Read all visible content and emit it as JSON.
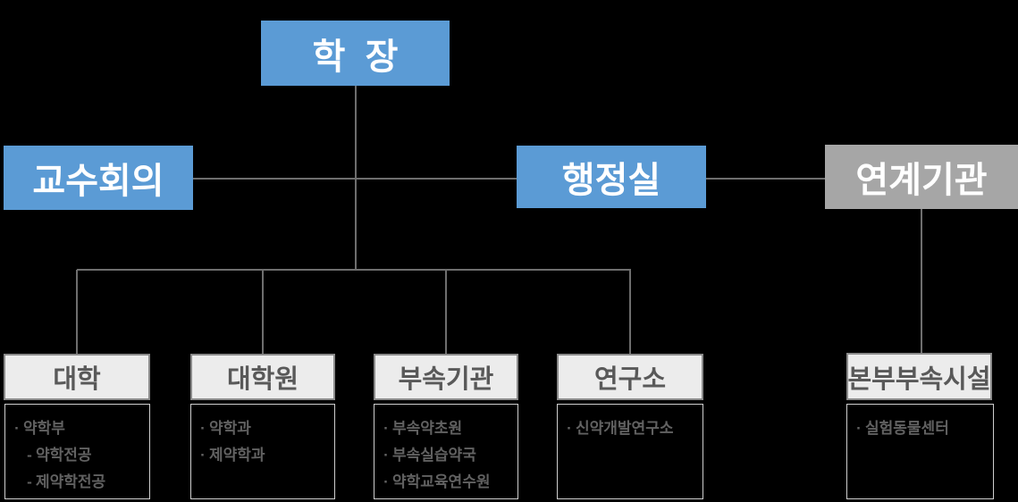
{
  "palette": {
    "bg": "#000000",
    "blue": "#5B9BD5",
    "gray_box": "#A6A6A6",
    "header_bg": "#ECECEC",
    "header_border": "#8a8a8a",
    "header_text": "#595959",
    "list_border": "#cfcfcf",
    "list_text": "#616161",
    "line": "#6e6e6e"
  },
  "top_box": {
    "label": "학  장"
  },
  "row2": {
    "faculty_council": "교수회의",
    "admin_office": "행정실",
    "affiliated_org": "연계기관"
  },
  "columns": [
    {
      "title": "대학",
      "items": [
        {
          "bullet": "·",
          "text": "약학부"
        },
        {
          "bullet": "-",
          "text": "약학전공"
        },
        {
          "bullet": "-",
          "text": "제약학전공"
        }
      ]
    },
    {
      "title": "대학원",
      "items": [
        {
          "bullet": "·",
          "text": "약학과"
        },
        {
          "bullet": "·",
          "text": "제약학과"
        }
      ]
    },
    {
      "title": "부속기관",
      "items": [
        {
          "bullet": "·",
          "text": "부속약초원"
        },
        {
          "bullet": "·",
          "text": "부속실습약국"
        },
        {
          "bullet": "·",
          "text": "약학교육연수원"
        }
      ]
    },
    {
      "title": "연구소",
      "items": [
        {
          "bullet": "·",
          "text": "신약개발연구소"
        }
      ]
    },
    {
      "title": "본부부속시설",
      "items": [
        {
          "bullet": "·",
          "text": "실험동물센터"
        }
      ]
    }
  ]
}
